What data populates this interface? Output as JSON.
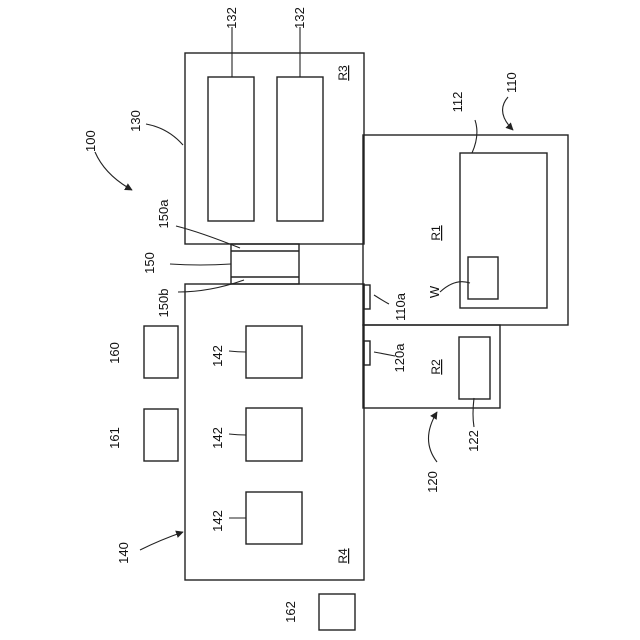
{
  "labels": {
    "l100": "100",
    "l110": "110",
    "l110a": "110a",
    "l112": "112",
    "l120": "120",
    "l120a": "120a",
    "l122": "122",
    "l130": "130",
    "l132a": "132",
    "l132b": "132",
    "l140": "140",
    "l142a": "142",
    "l142b": "142",
    "l142c": "142",
    "l150": "150",
    "l150a": "150a",
    "l150b": "150b",
    "l160": "160",
    "l161": "161",
    "l162": "162",
    "w": "W"
  },
  "regions": {
    "r1": "R1",
    "r2": "R2",
    "r3": "R3",
    "r4": "R4"
  }
}
